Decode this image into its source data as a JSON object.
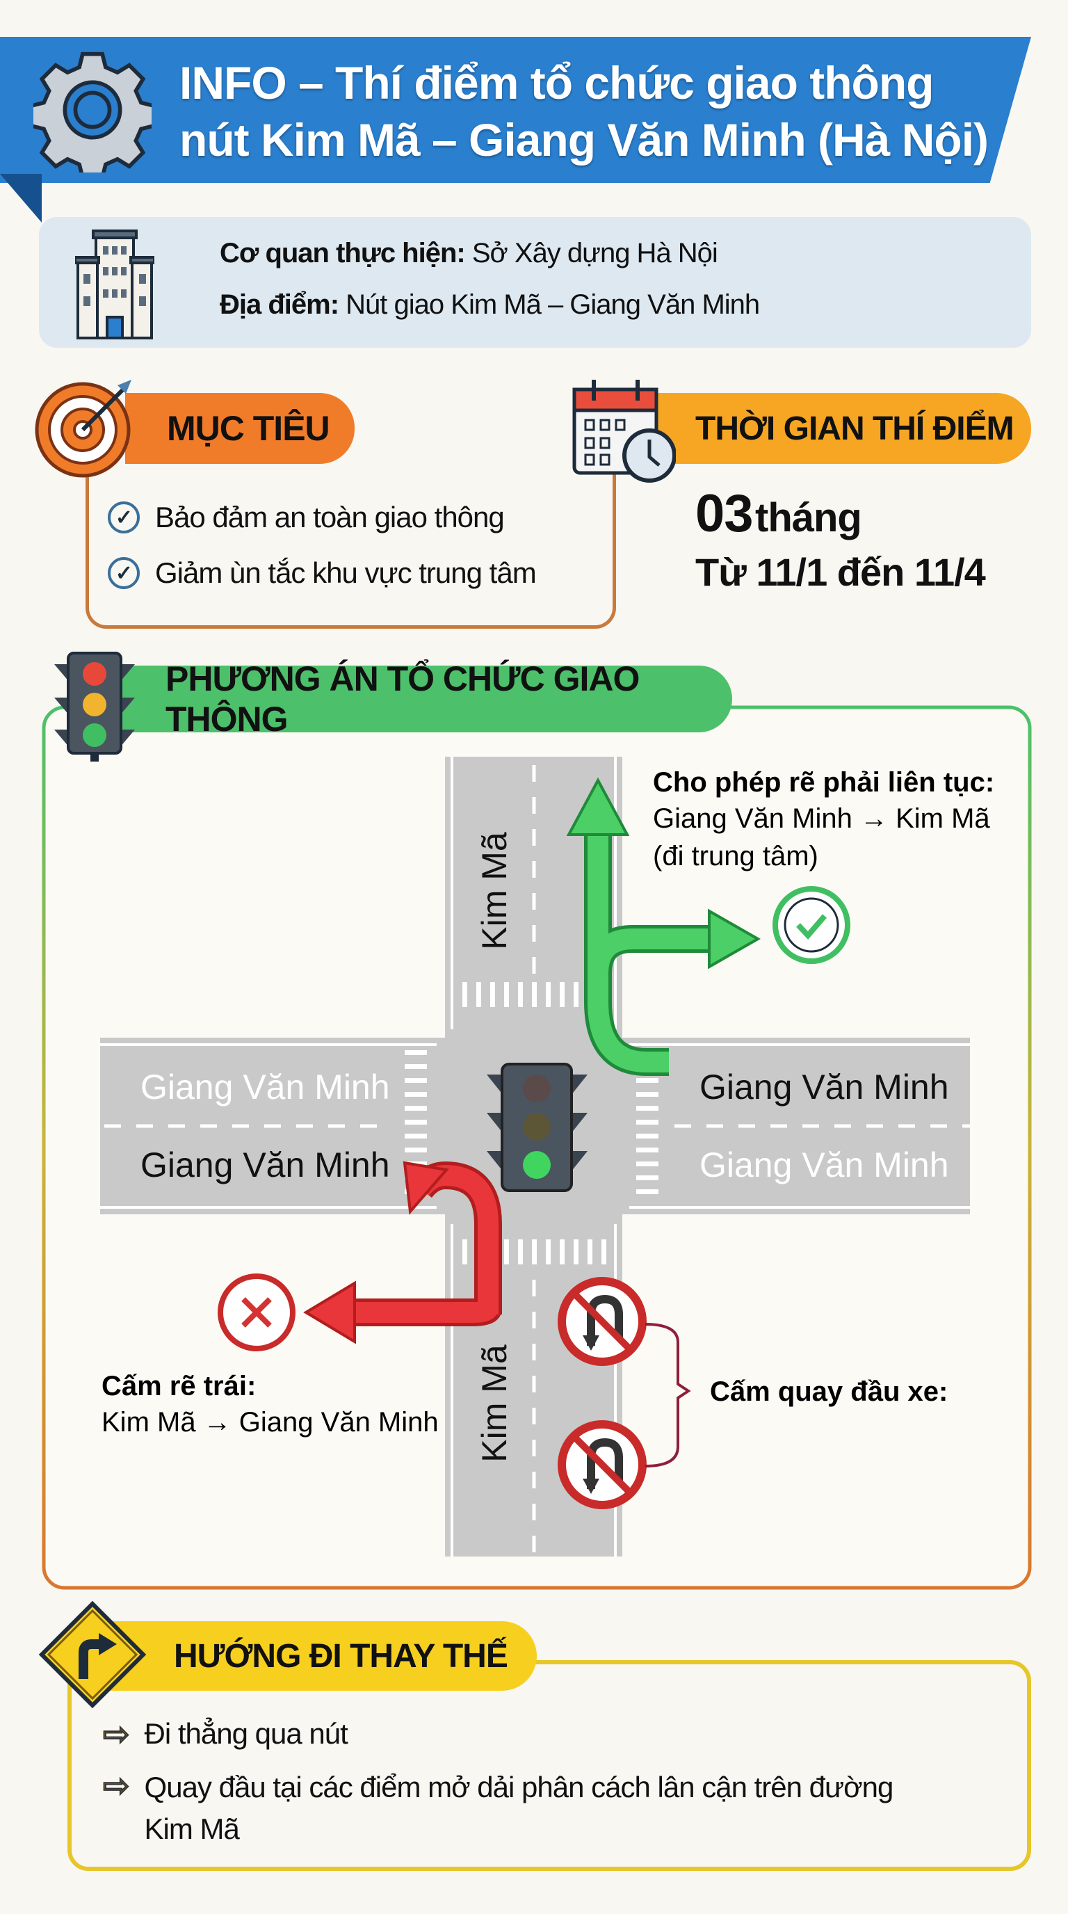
{
  "header": {
    "title_line1": "INFO – Thí điểm tổ chức giao thông",
    "title_line2": "nút Kim Mã – Giang Văn Minh (Hà Nội)",
    "icon": "gear-icon",
    "color": "#2a7fce"
  },
  "info": {
    "agency_label": "Cơ quan thực hiện:",
    "agency_value": "Sở Xây dựng Hà Nội",
    "location_label": "Địa điểm:",
    "location_value": "Nút giao Kim Mã – Giang Văn Minh",
    "icon": "building-icon"
  },
  "objectives": {
    "title": "MỤC TIÊU",
    "icon": "target-icon",
    "color": "#f07c2a",
    "items": [
      "Bảo đảm an toàn giao thông",
      "Giảm ùn tắc khu vực trung tâm"
    ]
  },
  "duration": {
    "title": "THỜI GIAN THÍ ĐIỂM",
    "icon": "calendar-clock-icon",
    "color": "#f6a623",
    "number": "03",
    "unit": "tháng",
    "range": "Từ 11/1 đến 11/4"
  },
  "plan": {
    "title": "PHƯƠNG ÁN TỔ CHỨC GIAO THÔNG",
    "icon": "traffic-light-icon",
    "color": "#3fbf62",
    "roads": {
      "vertical": "Kim Mã",
      "horizontal": "Giang Văn Minh"
    },
    "allowed": {
      "title": "Cho phép rẽ phải liên tục:",
      "route": "Giang Văn Minh → Kim Mã",
      "note": "(đi trung tâm)"
    },
    "banned_left": {
      "title": "Cấm rẽ trái:",
      "route": "Kim Mã → Giang Văn Minh"
    },
    "no_uturn": "Cấm quay đầu xe:"
  },
  "alternatives": {
    "title": "HƯỚNG ĐI THAY THẾ",
    "icon": "turn-right-sign-icon",
    "color": "#f7cf1f",
    "items": [
      "Đi thẳng qua nút",
      "Quay đầu tại các điểm mở dải phân cách lân cận trên đường Kim Mã"
    ]
  }
}
